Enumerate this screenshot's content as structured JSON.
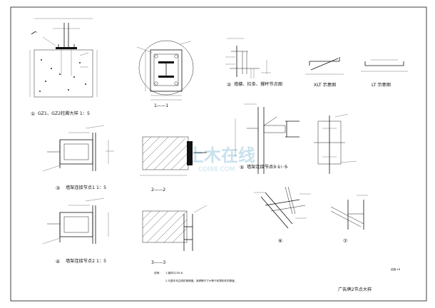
{
  "captions": {
    "d1": "GZ1、GZ2柱脚大样 1：5",
    "d1_no": "①",
    "d2": "1——1",
    "d3": "墙檩、拉条、撑杆节点图",
    "d3_no": "②",
    "d4": "XLT 示意图",
    "d5": "LT 示意图",
    "d6": "墙架连接节点1 1：5",
    "d6_no": "③",
    "d7": "2——2",
    "d8": "墙架连接节点3 1：5",
    "d8_no": "⑤",
    "d9": "墙架连接节点2 1：5",
    "d9_no": "④",
    "d10": "3——3",
    "d11": "⑥",
    "d12": "⑦"
  },
  "notes": {
    "title": "说明：",
    "line1": "1.钢材Q235-B",
    "line2": "2.凡图中未注明的角焊缝，其焊脚尺寸hf等于较薄构件的厚度。"
  },
  "drawing_title": "广告牌2节点大样",
  "sheet_no": "结施-18",
  "watermark": {
    "text": "土木在线",
    "sub": "COI88.COM",
    "color": "#9ec9e0"
  }
}
